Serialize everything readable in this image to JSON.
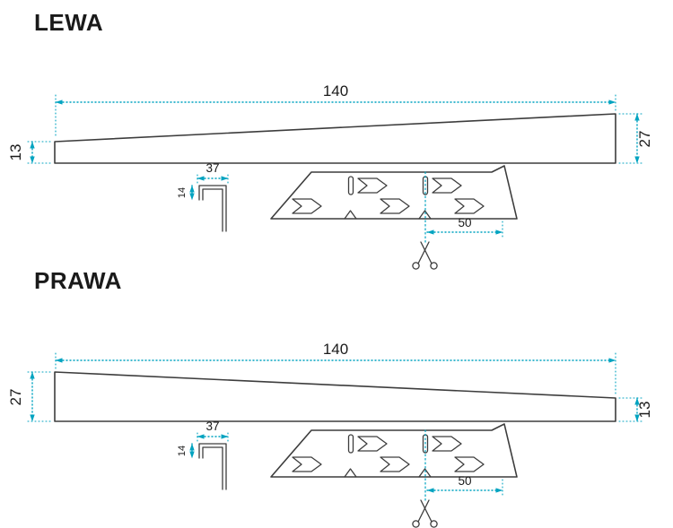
{
  "drawing": {
    "type": "technical-profile-drawing",
    "colors": {
      "dimension_accent": "#00a3c0",
      "part_outline": "#3d3d3d",
      "text": "#1a1a1a",
      "background": "#ffffff"
    },
    "icons": [
      "scissors-icon",
      "arrow-symbol-icon"
    ],
    "sections": [
      {
        "title": "LEWA",
        "length": "140",
        "left_height": "13",
        "right_height": "27",
        "clip_width": "37",
        "clip_height": "14",
        "cut_spacing": "50"
      },
      {
        "title": "PRAWA",
        "length": "140",
        "left_height": "27",
        "right_height": "13",
        "clip_width": "37",
        "clip_height": "14",
        "cut_spacing": "50"
      }
    ]
  }
}
